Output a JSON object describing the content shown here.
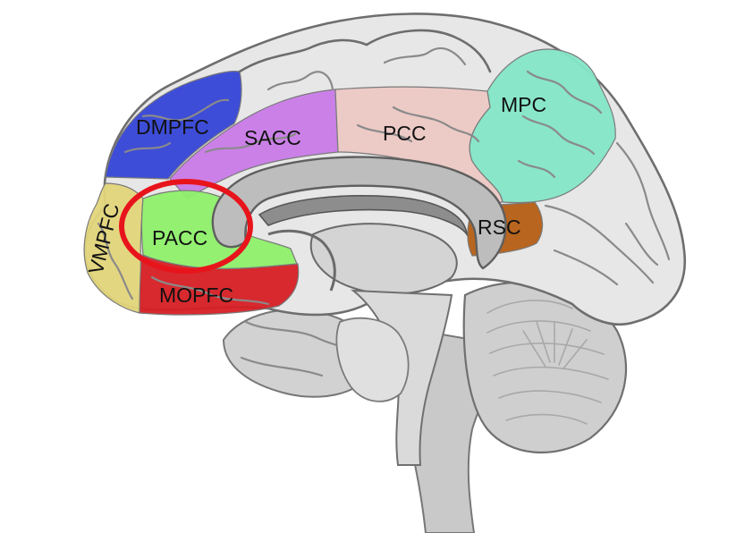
{
  "regions": [
    {
      "id": "dmpfc",
      "label": "DMPFC",
      "color": "#3545d6"
    },
    {
      "id": "sacc",
      "label": "SACC",
      "color": "#c97ae8"
    },
    {
      "id": "pcc",
      "label": "PCC",
      "color": "#ecc8c4"
    },
    {
      "id": "mpc",
      "label": "MPC",
      "color": "#84e6c6"
    },
    {
      "id": "vmpfc",
      "label": "VMPFC",
      "color": "#e3d57a"
    },
    {
      "id": "pacc",
      "label": "PACC",
      "color": "#8ef06a"
    },
    {
      "id": "mopfc",
      "label": "MOPFC",
      "color": "#d61f24"
    },
    {
      "id": "rsc",
      "label": "RSC",
      "color": "#b55e14"
    }
  ],
  "highlight": {
    "target": "PACC",
    "color": "#e8141c"
  }
}
